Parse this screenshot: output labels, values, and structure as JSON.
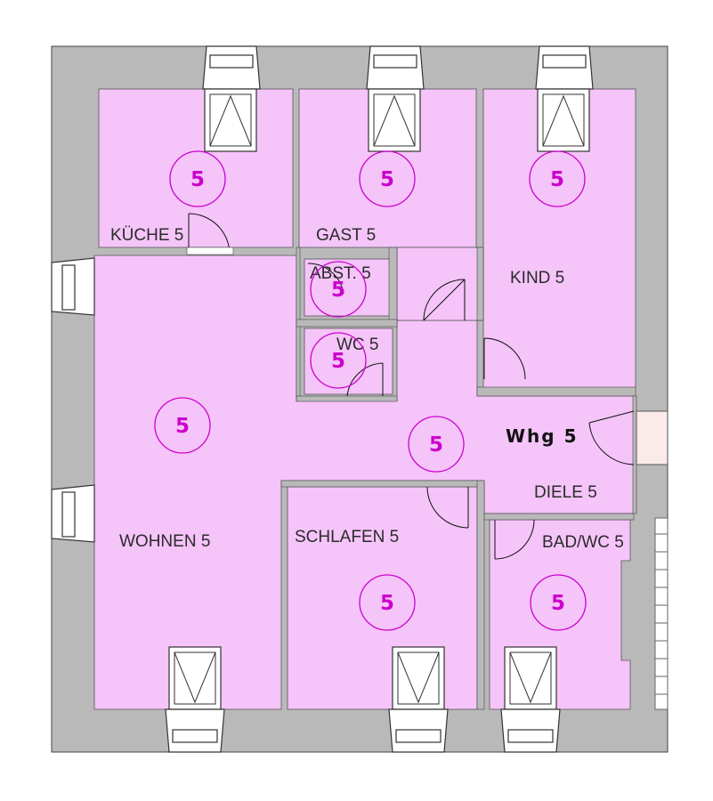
{
  "plan": {
    "apartment_label": "Whg 5",
    "badge_number": "5",
    "rooms": [
      {
        "id": "kueche",
        "label": "KÜCHE 5"
      },
      {
        "id": "gast",
        "label": "GAST 5"
      },
      {
        "id": "kind",
        "label": "KIND 5"
      },
      {
        "id": "abst",
        "label": "ABST. 5"
      },
      {
        "id": "wc",
        "label": "WC 5"
      },
      {
        "id": "wohnen",
        "label": "WOHNEN 5"
      },
      {
        "id": "schlafen",
        "label": "SCHLAFEN 5"
      },
      {
        "id": "diele",
        "label": "DIELE 5"
      },
      {
        "id": "badwc",
        "label": "BAD/WC 5"
      }
    ]
  },
  "colors": {
    "room_fill": "#f5c4f9",
    "wall": "#b9b9b9",
    "wall_outline": "#444444",
    "badge": "#cc00cc",
    "label": "#2b2b2b"
  }
}
